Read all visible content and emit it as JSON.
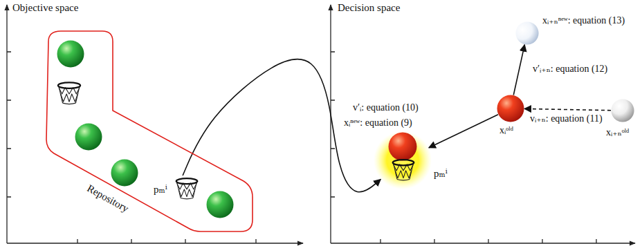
{
  "diagram": {
    "nodes": [
      {
        "text": [
          "Repository"
        ]
      },
      {
        "text": [
          "pₘⁱ"
        ],
        "in": 0
      },
      {
        "text": [
          "xᵢ₊ₙⁿᵉʷ: equation (13)"
        ]
      },
      {
        "text": [
          "xᵢⁿᵉʷ: equation (9)",
          "pₘⁱ"
        ]
      },
      {
        "text": [
          "xᵢᵒˡᵈ"
        ]
      },
      {
        "text": [
          "xᵢ₊ₙᵒˡᵈ"
        ]
      }
    ],
    "edges": [
      {
        "from": 1,
        "to": 3,
        "arrow": "to"
      },
      {
        "from": 5,
        "to": 4,
        "label": "vᵢ₊ₙ: equation (11)",
        "arrow": "to"
      },
      {
        "from": 4,
        "to": 3,
        "label": "v′ᵢ: equation (10)",
        "arrow": "to"
      },
      {
        "from": 4,
        "to": 2,
        "label": "v′ᵢ₊ₙ: equation (12)",
        "arrow": "to"
      }
    ],
    "labels": [
      "Objective space",
      "Decision space"
    ]
  }
}
